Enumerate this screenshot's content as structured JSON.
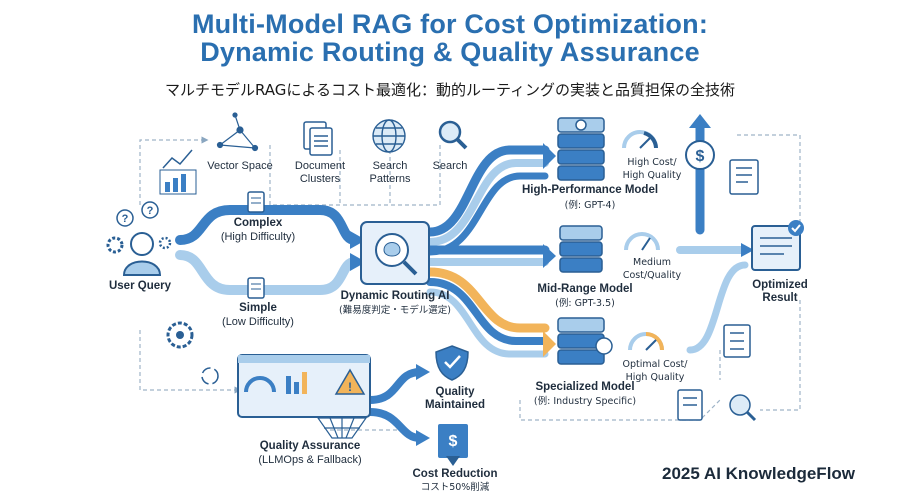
{
  "title_line1": "Multi-Model RAG for Cost Optimization:",
  "title_line2": "Dynamic Routing & Quality Assurance",
  "subtitle": "マルチモデルRAGによるコスト最適化：動的ルーティングの実装と品質担保の全技術",
  "brand": "2025 AI KnowledgeFlow",
  "colors": {
    "blue": "#3b7fc4",
    "light_blue": "#a9cdeb",
    "orange": "#f2b45a",
    "title": "#2a6fb0"
  },
  "nodes": {
    "user_query": "User Query",
    "complex": "Complex",
    "complex_sub": "(High Difficulty)",
    "simple": "Simple",
    "simple_sub": "(Low Difficulty)",
    "vector_space": "Vector Space",
    "document_clusters": "Document\nClusters",
    "search_patterns": "Search\nPatterns",
    "search": "Search",
    "routing": "Dynamic Routing AI",
    "routing_sub": "(難易度判定・モデル選定)",
    "high_model": "High-Performance Model",
    "high_model_sub": "(例: GPT-4)",
    "high_gauge": "High Cost/\nHigh Quality",
    "mid_model": "Mid-Range Model",
    "mid_model_sub": "(例: GPT-3.5)",
    "mid_gauge": "Medium\nCost/Quality",
    "spec_model": "Specialized Model",
    "spec_model_sub": "(例: Industry Specific)",
    "spec_gauge": "Optimal Cost/\nHigh Quality",
    "result": "Optimized\nResult",
    "qa": "Quality Assurance",
    "qa_sub": "(LLMOps & Fallback)",
    "quality": "Quality\nMaintained",
    "cost": "Cost Reduction",
    "cost_sub": "コスト50%削減"
  }
}
